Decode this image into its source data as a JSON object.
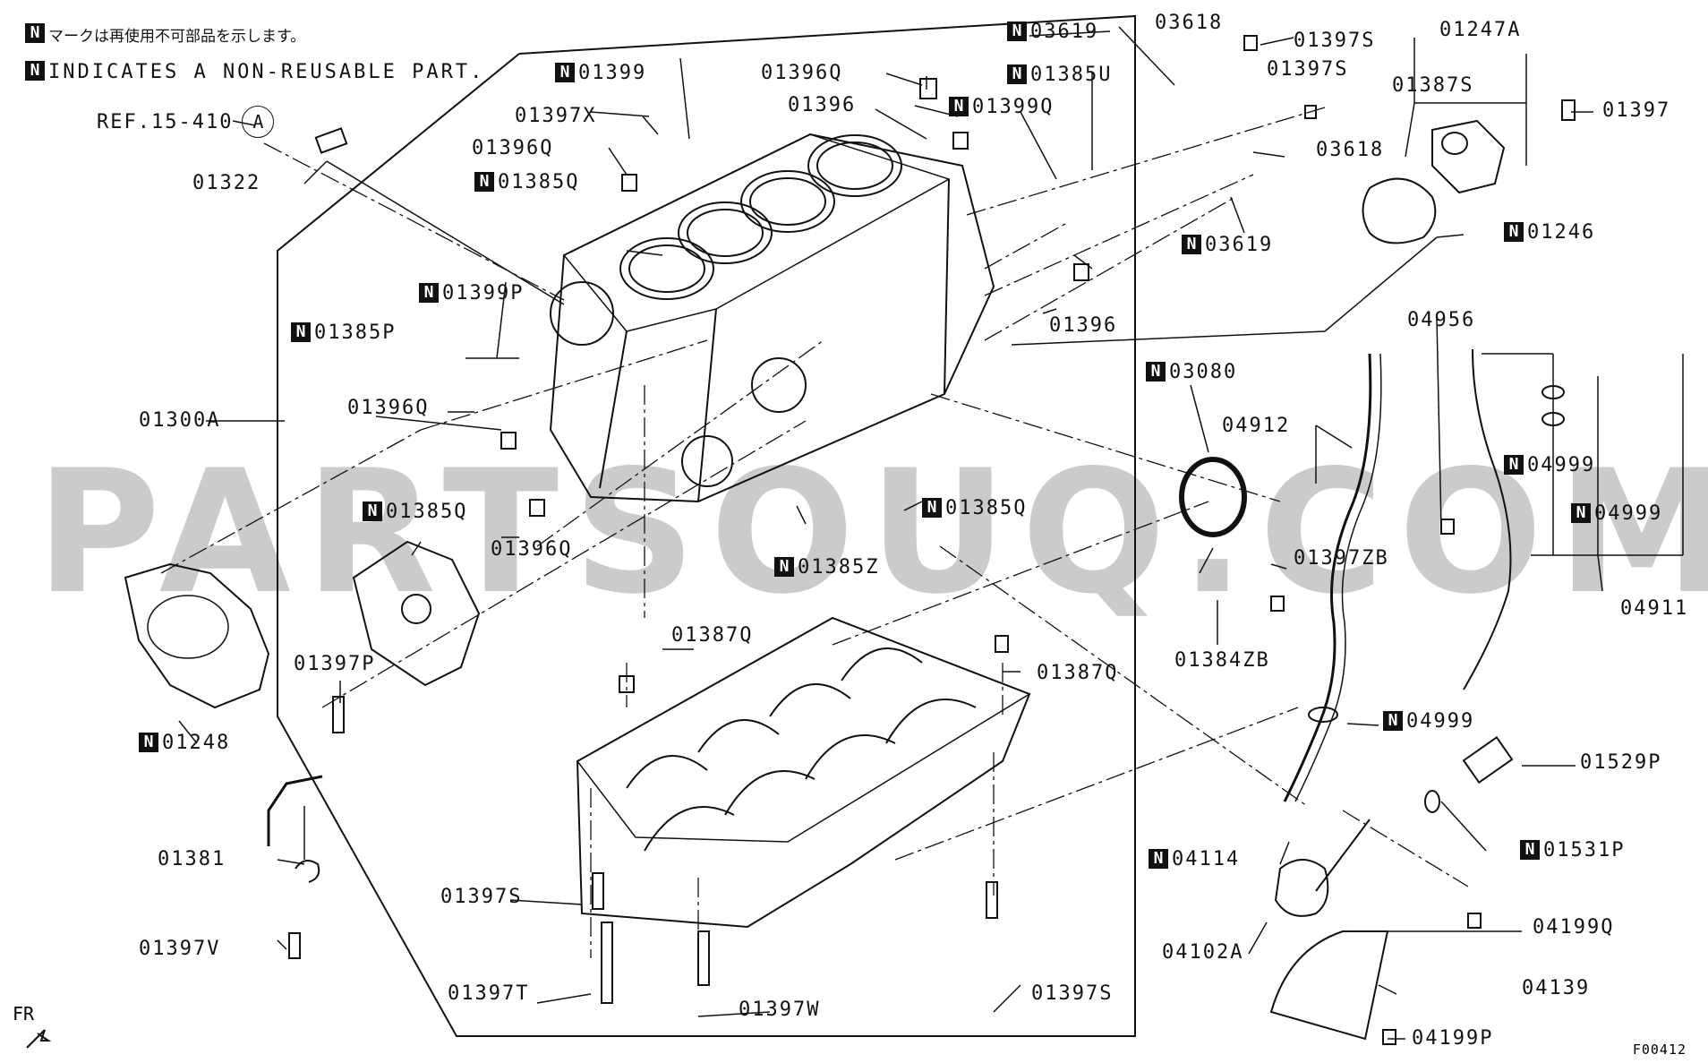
{
  "header": {
    "note_jp": "マークは再使用不可部品を示します。",
    "note_en": "INDICATES A NON-REUSABLE PART.",
    "n_mark": "N"
  },
  "ref": {
    "text": "REF.15-410",
    "circle": "A"
  },
  "watermark": "PARTSOUQ.COM",
  "fr_label": "FR",
  "figure_code": "F00412",
  "parts": [
    {
      "code": "01399",
      "n": true
    },
    {
      "code": "01396Q",
      "n": false
    },
    {
      "code": "03619",
      "n": true
    },
    {
      "code": "03618",
      "n": false
    },
    {
      "code": "01397S",
      "n": false
    },
    {
      "code": "01247A",
      "n": false
    },
    {
      "code": "01385U",
      "n": true
    },
    {
      "code": "01397S",
      "n": false
    },
    {
      "code": "01387S",
      "n": false
    },
    {
      "code": "01397",
      "n": false
    },
    {
      "code": "01396",
      "n": false
    },
    {
      "code": "01399Q",
      "n": true
    },
    {
      "code": "01397X",
      "n": false
    },
    {
      "code": "03618",
      "n": false
    },
    {
      "code": "01396Q",
      "n": false
    },
    {
      "code": "01322",
      "n": false
    },
    {
      "code": "01385Q",
      "n": true
    },
    {
      "code": "03619",
      "n": true
    },
    {
      "code": "01246",
      "n": true
    },
    {
      "code": "01399P",
      "n": true
    },
    {
      "code": "01396",
      "n": false
    },
    {
      "code": "04956",
      "n": false
    },
    {
      "code": "01385P",
      "n": true
    },
    {
      "code": "03080",
      "n": true
    },
    {
      "code": "01396Q",
      "n": false
    },
    {
      "code": "01300A",
      "n": false
    },
    {
      "code": "04912",
      "n": false
    },
    {
      "code": "04999",
      "n": true
    },
    {
      "code": "01385Q",
      "n": true
    },
    {
      "code": "04999",
      "n": true
    },
    {
      "code": "01385Q",
      "n": true
    },
    {
      "code": "01396Q",
      "n": false
    },
    {
      "code": "01397ZB",
      "n": false
    },
    {
      "code": "01385Z",
      "n": true
    },
    {
      "code": "04911",
      "n": false
    },
    {
      "code": "01387Q",
      "n": false
    },
    {
      "code": "01384ZB",
      "n": false
    },
    {
      "code": "01397P",
      "n": false
    },
    {
      "code": "01387Q",
      "n": false
    },
    {
      "code": "04999",
      "n": true
    },
    {
      "code": "01248",
      "n": true
    },
    {
      "code": "01529P",
      "n": false
    },
    {
      "code": "01531P",
      "n": true
    },
    {
      "code": "01381",
      "n": false
    },
    {
      "code": "04114",
      "n": true
    },
    {
      "code": "01397S",
      "n": false
    },
    {
      "code": "04199Q",
      "n": false
    },
    {
      "code": "01397V",
      "n": false
    },
    {
      "code": "04102A",
      "n": false
    },
    {
      "code": "04139",
      "n": false
    },
    {
      "code": "01397T",
      "n": false
    },
    {
      "code": "01397S",
      "n": false
    },
    {
      "code": "01397W",
      "n": false
    },
    {
      "code": "04199P",
      "n": false
    }
  ]
}
